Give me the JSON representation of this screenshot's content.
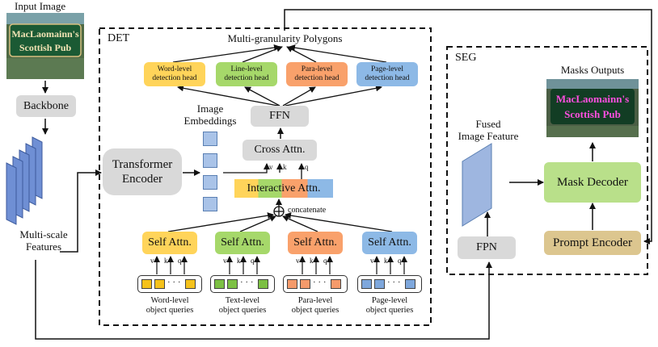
{
  "input_image_label": "Input Image",
  "input_image": {
    "sign_line1": "MacLaomainn's",
    "sign_line2": "Scottish Pub"
  },
  "backbone": "Backbone",
  "multiscale_features": "Multi-scale\nFeatures",
  "det": {
    "title": "DET",
    "polygons_title": "Multi-granularity Polygons",
    "heads": [
      {
        "label": "Word-level\ndetection head",
        "color": "#ffd45a"
      },
      {
        "label": "Line-level\ndetection head",
        "color": "#a6d86a"
      },
      {
        "label": "Para-level\ndetection head",
        "color": "#f9a16b"
      },
      {
        "label": "Page-level\ndetection head",
        "color": "#8db9e6"
      }
    ],
    "ffn": "FFN",
    "image_embeddings": "Image\nEmbeddings",
    "transformer_encoder": "Transformer\nEncoder",
    "cross_attn": "Cross Attn.",
    "interactive_attn": "Interactive Attn.",
    "concatenate": "concatenate",
    "self_attn": "Self Attn.",
    "vkq": [
      "v",
      "k",
      "q"
    ],
    "query_groups": [
      {
        "caption": "Word-level\nobject queries",
        "color": "#f5c21b"
      },
      {
        "caption": "Text-level\nobject queries",
        "color": "#7cc043"
      },
      {
        "caption": "Para-level\nobject queries",
        "color": "#f59a6b"
      },
      {
        "caption": "Page-level\nobject queries",
        "color": "#7ea7dc"
      }
    ],
    "dots": "· · ·"
  },
  "seg": {
    "title": "SEG",
    "fused_feature": "Fused\nImage Feature",
    "fpn": "FPN",
    "masks_outputs": "Masks Outputs",
    "mask_decoder": "Mask Decoder",
    "prompt_encoder": "Prompt Encoder",
    "mask_decoder_color": "#b9e08a",
    "prompt_encoder_color": "#dcc68f"
  }
}
